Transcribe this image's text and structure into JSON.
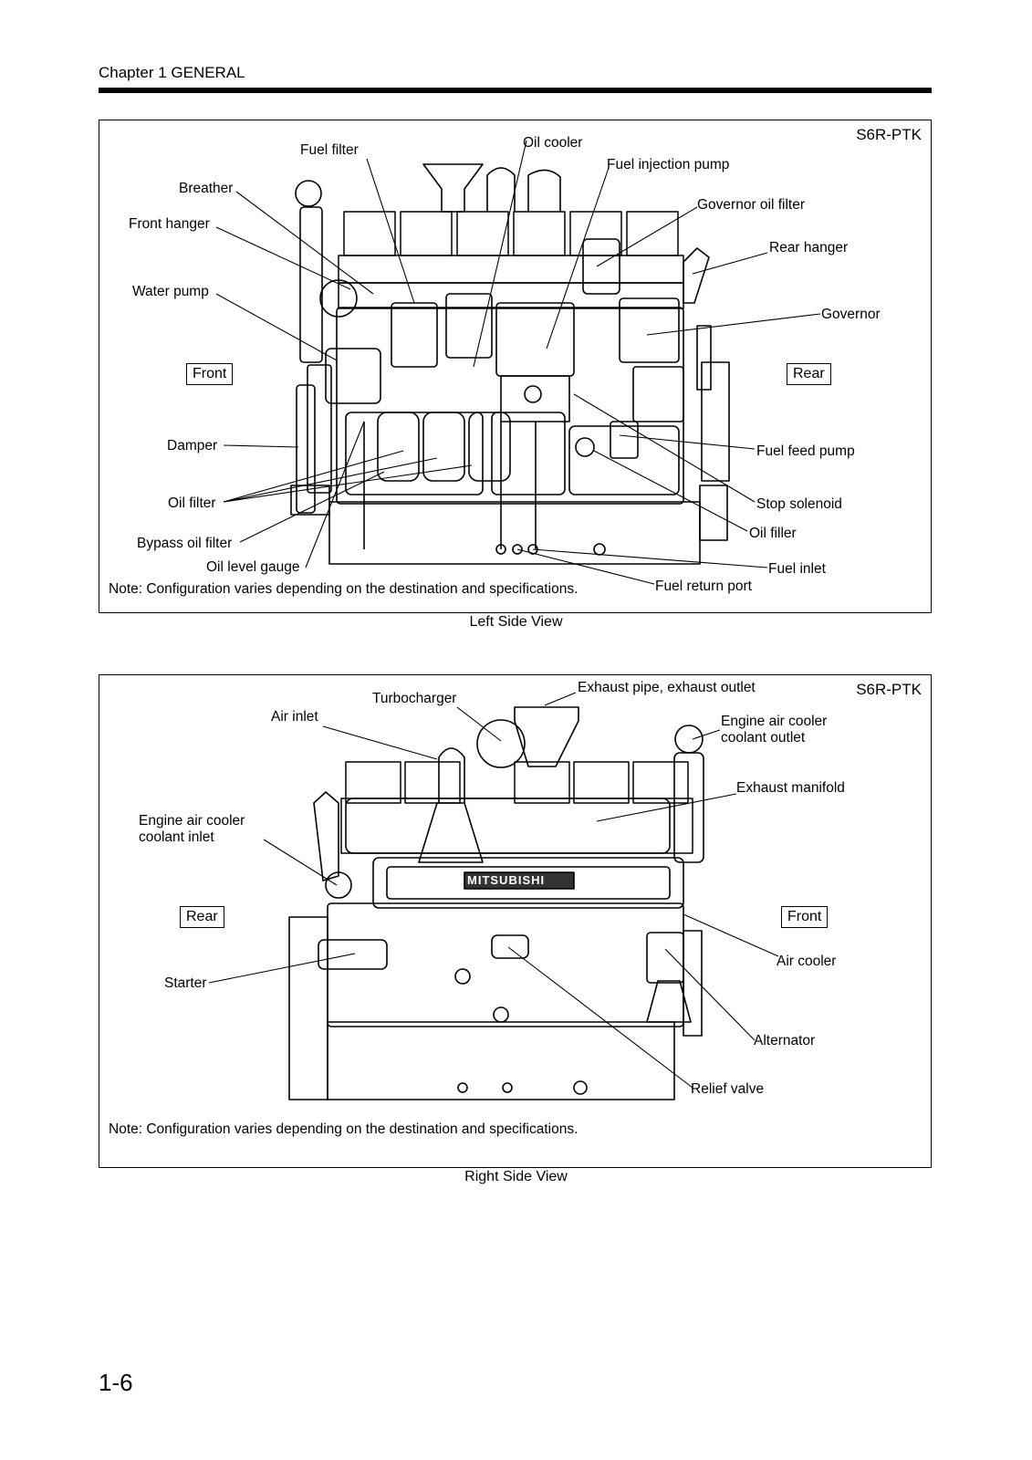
{
  "header": {
    "chapter": "Chapter 1 GENERAL"
  },
  "left_view": {
    "model": "S6R-PTK",
    "caption": "Left Side View",
    "note": "Note: Configuration varies depending on the destination and specifications.",
    "box_front": "Front",
    "box_rear": "Rear",
    "labels": {
      "fuel_filter": "Fuel filter",
      "oil_cooler": "Oil cooler",
      "fuel_injection_pump": "Fuel injection pump",
      "breather": "Breather",
      "governor_oil_filter": "Governor oil filter",
      "front_hanger": "Front hanger",
      "rear_hanger": "Rear hanger",
      "water_pump": "Water pump",
      "governor": "Governor",
      "damper": "Damper",
      "fuel_feed_pump": "Fuel feed pump",
      "oil_filter": "Oil filter",
      "stop_solenoid": "Stop solenoid",
      "oil_filler": "Oil filler",
      "bypass_oil_filter": "Bypass oil filter",
      "oil_level_gauge": "Oil level gauge",
      "fuel_inlet": "Fuel inlet",
      "fuel_return_port": "Fuel return port"
    }
  },
  "right_view": {
    "model": "S6R-PTK",
    "caption": "Right Side View",
    "note": "Note: Configuration varies depending on the destination and specifications.",
    "box_rear": "Rear",
    "box_front": "Front",
    "brand_plate": "MITSUBISHI",
    "labels": {
      "exhaust_pipe": "Exhaust pipe, exhaust outlet",
      "turbocharger": "Turbocharger",
      "air_inlet": "Air inlet",
      "eac_coolant_outlet": "Engine air cooler\ncoolant outlet",
      "exhaust_manifold": "Exhaust manifold",
      "eac_coolant_inlet": "Engine air cooler\ncoolant inlet",
      "air_cooler": "Air cooler",
      "starter": "Starter",
      "alternator": "Alternator",
      "relief_valve": "Relief valve"
    }
  },
  "page_number": "1-6"
}
